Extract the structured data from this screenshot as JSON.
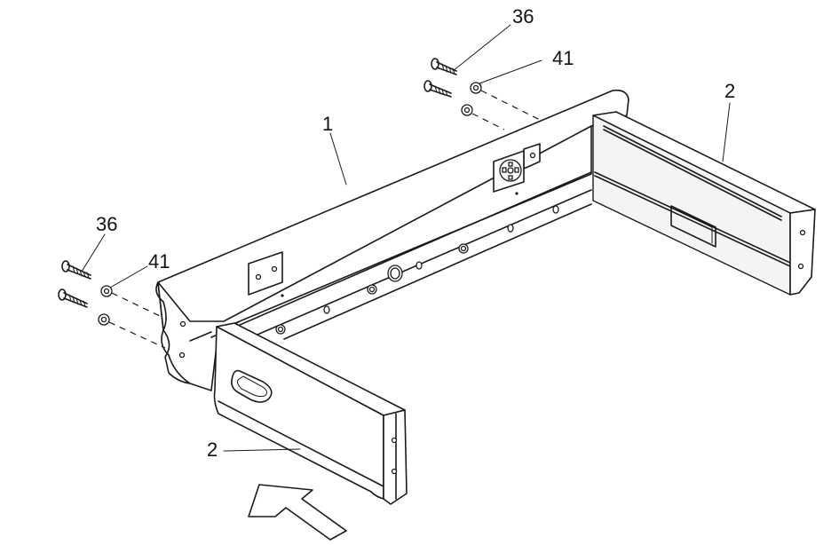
{
  "callouts": {
    "frame": "1",
    "side_rail_right": "2",
    "side_rail_left": "2",
    "screw_top": "36",
    "washer_top": "41",
    "screw_left": "36",
    "washer_left": "41"
  },
  "colors": {
    "line": "#1a1a1a",
    "background": "#ffffff"
  }
}
